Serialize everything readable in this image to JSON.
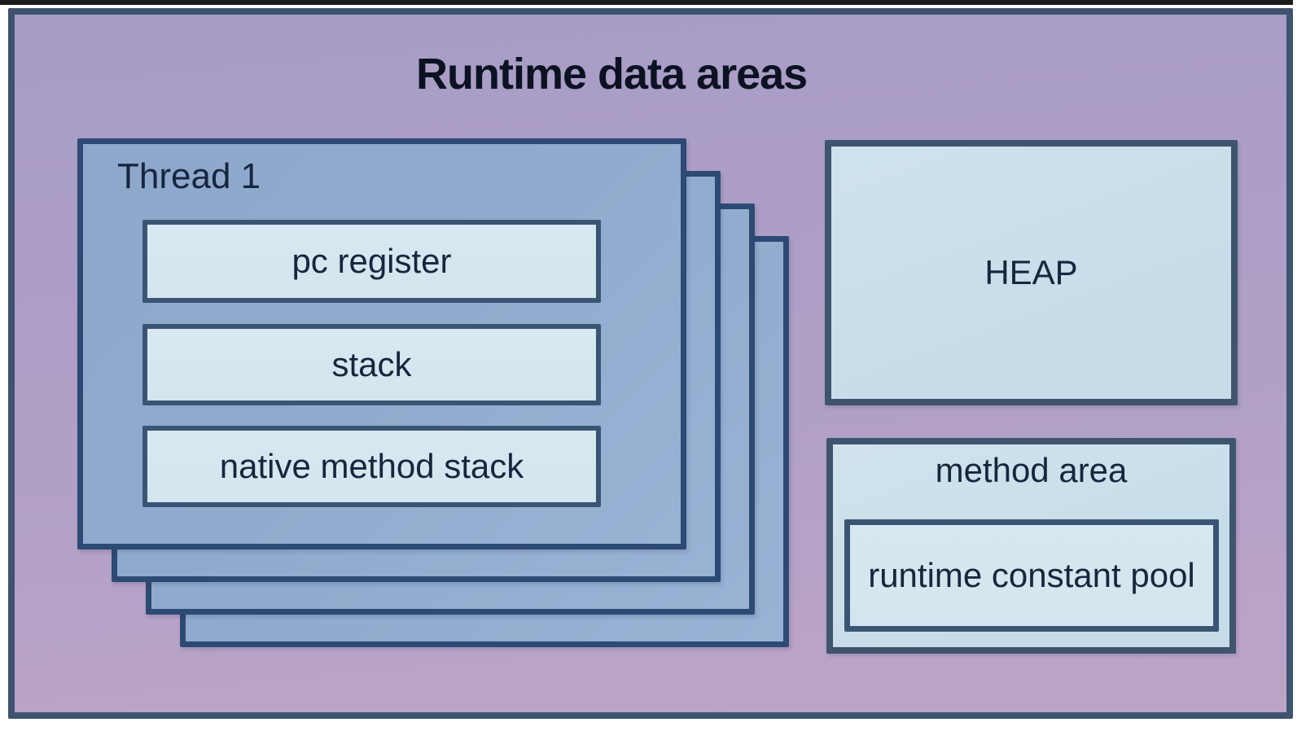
{
  "palette": {
    "page-bg": "#ffffff",
    "top-rule": "#1c1c1c",
    "outer-border": "#3e536f",
    "outer-bg-top": "#a89cc6",
    "outer-bg-bottom": "#bda4c7",
    "thread-border": "#2d4a74",
    "thread-bg": "#91abce",
    "inner-border": "#3a5574",
    "inner-bg": "#d3e5ee",
    "heap-border": "#3f546d",
    "heap-bg": "#c6dde9",
    "title-color": "#0b1322",
    "label-color": "#17263e"
  },
  "diagram": {
    "title": "Runtime data areas",
    "thread": {
      "label": "Thread 1",
      "boxes": [
        "pc register",
        "stack",
        "native method stack"
      ]
    },
    "heap_label": "HEAP",
    "method_area_label": "method area",
    "runtime_constant_pool_label": "runtime constant pool"
  }
}
